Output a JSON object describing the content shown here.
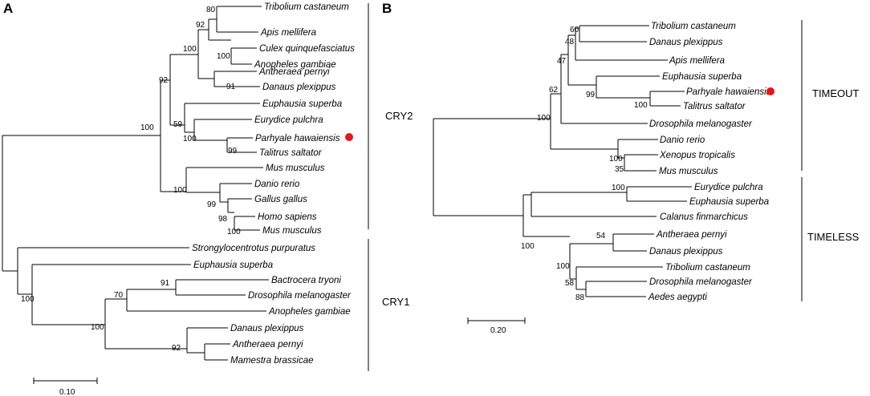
{
  "panel_a": {
    "letter": "A",
    "taxa": [
      "Tribolium castaneum",
      "Apis mellifera",
      "Culex quinquefasciatus",
      "Anopheles gambiae",
      "Antheraea pernyi",
      "Danaus plexippus",
      "Euphausia superba",
      "Eurydice pulchra",
      "Parhyale hawaiensis",
      "Talitrus saltator",
      "Mus musculus",
      "Danio rerio",
      "Gallus gallus",
      "Homo sapiens",
      "Mus musculus",
      "Strongylocentrotus purpuratus",
      "Euphausia superba",
      "Bactrocera tryoni",
      "Drosophila melanogaster",
      "Anopheles gambiae",
      "Danaus plexippus",
      "Antheraea pernyi",
      "Mamestra brassicae"
    ],
    "bootstrap": [
      "80",
      "92",
      "100",
      "100",
      "92",
      "91",
      "59",
      "100",
      "100",
      "99",
      "100",
      "99",
      "98",
      "100",
      "91",
      "70",
      "100",
      "100",
      "92"
    ],
    "groups": [
      "CRY2",
      "CRY1"
    ],
    "scale": "0.10",
    "marker_color": "#e8131b"
  },
  "panel_b": {
    "letter": "B",
    "taxa": [
      "Tribolium castaneum",
      "Danaus plexippus",
      "Apis mellifera",
      "Euphausia superba",
      "Parhyale hawaiensis",
      "Talitrus saltator",
      "Drosophila melanogaster",
      "Danio rerio",
      "Xenopus tropicalis",
      "Mus musculus",
      "Eurydice pulchra",
      "Euphausia superba",
      "Calanus finmarchicus",
      "Antheraea pernyi",
      "Danaus plexippus",
      "Tribolium castaneum",
      "Drosophila melanogaster",
      "Aedes aegypti"
    ],
    "bootstrap": [
      "60",
      "48",
      "47",
      "62",
      "99",
      "100",
      "100",
      "100",
      "35",
      "100",
      "100",
      "54",
      "100",
      "58",
      "88"
    ],
    "groups": [
      "TIMEOUT",
      "TIMELESS"
    ],
    "scale": "0.20",
    "marker_color": "#e8131b"
  }
}
